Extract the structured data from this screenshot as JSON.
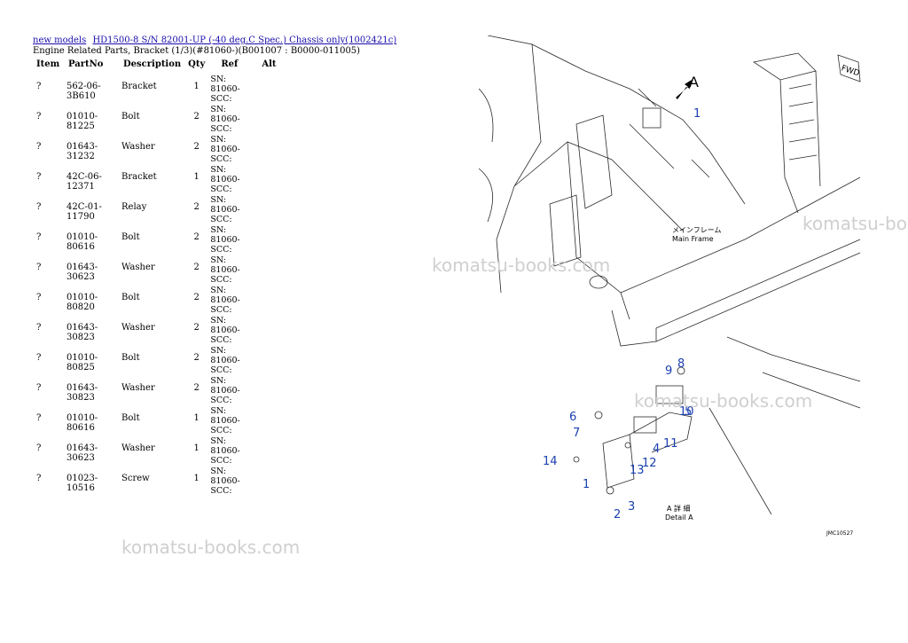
{
  "breadcrumb": {
    "link1": "new models",
    "link2": "HD1500-8 S/N 82001-UP (-40 deg.C Spec.) Chassis only(1002421c)"
  },
  "subtitle": "Engine Related Parts, Bracket (1/3)(#81060-)(B001007 : B0000-011005)",
  "table": {
    "headers": [
      "Item",
      "PartNo",
      "Description",
      "Qty",
      "Ref",
      "Alt"
    ],
    "rows": [
      {
        "item": "?",
        "partno": "562-06-3B610",
        "desc": "Bracket",
        "qty": "1",
        "ref": "SN: 81060-\nSCC:"
      },
      {
        "item": "?",
        "partno": "01010-81225",
        "desc": "Bolt",
        "qty": "2",
        "ref": "SN: 81060-\nSCC:"
      },
      {
        "item": "?",
        "partno": "01643-31232",
        "desc": "Washer",
        "qty": "2",
        "ref": "SN: 81060-\nSCC:"
      },
      {
        "item": "?",
        "partno": "42C-06-12371",
        "desc": "Bracket",
        "qty": "1",
        "ref": "SN: 81060-\nSCC:"
      },
      {
        "item": "?",
        "partno": "42C-01-11790",
        "desc": "Relay",
        "qty": "2",
        "ref": "SN: 81060-\nSCC:"
      },
      {
        "item": "?",
        "partno": "01010-80616",
        "desc": "Bolt",
        "qty": "2",
        "ref": "SN: 81060-\nSCC:"
      },
      {
        "item": "?",
        "partno": "01643-30623",
        "desc": "Washer",
        "qty": "2",
        "ref": "SN: 81060-\nSCC:"
      },
      {
        "item": "?",
        "partno": "01010-80820",
        "desc": "Bolt",
        "qty": "2",
        "ref": "SN: 81060-\nSCC:"
      },
      {
        "item": "?",
        "partno": "01643-30823",
        "desc": "Washer",
        "qty": "2",
        "ref": "SN: 81060-\nSCC:"
      },
      {
        "item": "?",
        "partno": "01010-80825",
        "desc": "Bolt",
        "qty": "2",
        "ref": "SN: 81060-\nSCC:"
      },
      {
        "item": "?",
        "partno": "01643-30823",
        "desc": "Washer",
        "qty": "2",
        "ref": "SN: 81060-\nSCC:"
      },
      {
        "item": "?",
        "partno": "01010-80616",
        "desc": "Bolt",
        "qty": "1",
        "ref": "SN: 81060-\nSCC:"
      },
      {
        "item": "?",
        "partno": "01643-30623",
        "desc": "Washer",
        "qty": "1",
        "ref": "SN: 81060-\nSCC:"
      },
      {
        "item": "?",
        "partno": "01023-10516",
        "desc": "Screw",
        "qty": "1",
        "ref": "SN: 81060-\nSCC:"
      }
    ]
  },
  "diagram": {
    "label_a": "A",
    "fwd": "FWD",
    "main_frame_jp": "メインフレーム",
    "main_frame_en": "Main Frame",
    "detail_jp": "A 詳 細",
    "detail_en": "Detail A",
    "code": "JMC10527",
    "callouts": [
      "1",
      "9",
      "8",
      "6",
      "5",
      "7",
      "10",
      "4",
      "11",
      "14",
      "12",
      "13",
      "1",
      "2",
      "3"
    ]
  },
  "watermark": "komatsu-books.com",
  "colors": {
    "link": "#1a0dab",
    "callout": "#1a3fb0",
    "watermark": "#cfcfcf"
  }
}
